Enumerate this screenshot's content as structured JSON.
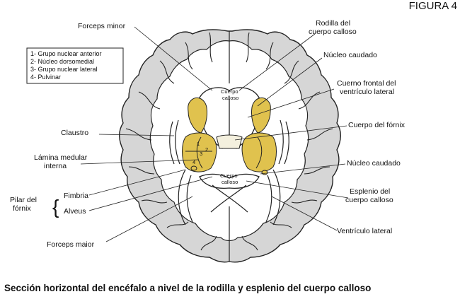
{
  "figure_label": "FIGURA 4",
  "caption": "Sección horizontal del encéfalo a nivel de la rodilla y esplenio del cuerpo calloso",
  "legend": {
    "items": [
      "1- Grupo nuclear anterior",
      "2- Núcleo dorsomedial",
      "3- Grupo nuclear lateral",
      "4- Pulvinar"
    ]
  },
  "labels": {
    "forceps_minor": "Forceps minor",
    "rodilla_l1": "Rodilla del",
    "rodilla_l2": "cuerpo calloso",
    "nucleo_caudado_top": "Núcleo caudado",
    "cuerno_l1": "Cuerno frontal del",
    "cuerno_l2": "ventrículo lateral",
    "cuerpo_fornix": "Cuerpo del fórnix",
    "claustro": "Claustro",
    "lamina_l1": "Lámina medular",
    "lamina_l2": "interna",
    "nucleo_caudado_bottom": "Núcleo caudado",
    "esplenio_l1": "Esplenio del",
    "esplenio_l2": "cuerpo calloso",
    "pilar_l1": "Pilar del",
    "pilar_l2": "fórnix",
    "fimbria": "Fimbria",
    "alveus": "Alveus",
    "ventriculo_lateral": "Ventrículo lateral",
    "forceps_maior": "Forceps maior",
    "cc_top_l1": "Cuerpo",
    "cc_top_l2": "calloso",
    "cc_bottom_l1": "Cuerpo",
    "cc_bottom_l2": "calloso",
    "n1": "1",
    "n2": "2",
    "n3": "3",
    "n4": "4"
  },
  "colors": {
    "nucleus_fill": "#e0c24e",
    "cortex_fill": "#d6d6d6",
    "line": "#222222"
  }
}
